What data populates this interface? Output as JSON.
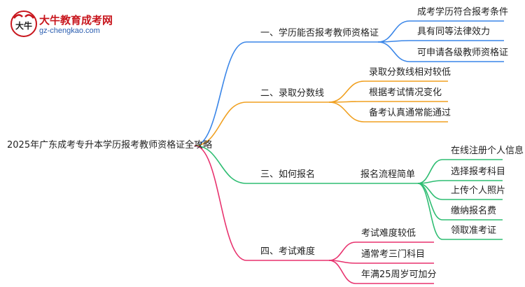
{
  "logo": {
    "title": "大牛教育成考网",
    "url": "gz-chengkao.com",
    "mark_text": "大牛"
  },
  "colors": {
    "blue": "#3a86e8",
    "orange": "#f0a020",
    "green": "#2ebd72",
    "pink": "#e8326e"
  },
  "root": "2025年广东成考专升本学历报考教师资格证全攻略",
  "branches": [
    {
      "label": "一、学历能否报考教师资格证",
      "color": "blue",
      "leaves": [
        "成考学历符合报考条件",
        "具有同等法律效力",
        "可申请各级教师资格证"
      ]
    },
    {
      "label": "二、录取分数线",
      "color": "orange",
      "leaves": [
        "录取分数线相对较低",
        "根据考试情况变化",
        "备考认真通常能通过"
      ]
    },
    {
      "label": "三、如何报名",
      "color": "green",
      "sub": "报名流程简单",
      "leaves": [
        "在线注册个人信息",
        "选择报考科目",
        "上传个人照片",
        "缴纳报名费",
        "领取准考证"
      ]
    },
    {
      "label": "四、考试难度",
      "color": "pink",
      "leaves": [
        "考试难度较低",
        "通常考三门科目",
        "年满25周岁可加分"
      ]
    }
  ]
}
